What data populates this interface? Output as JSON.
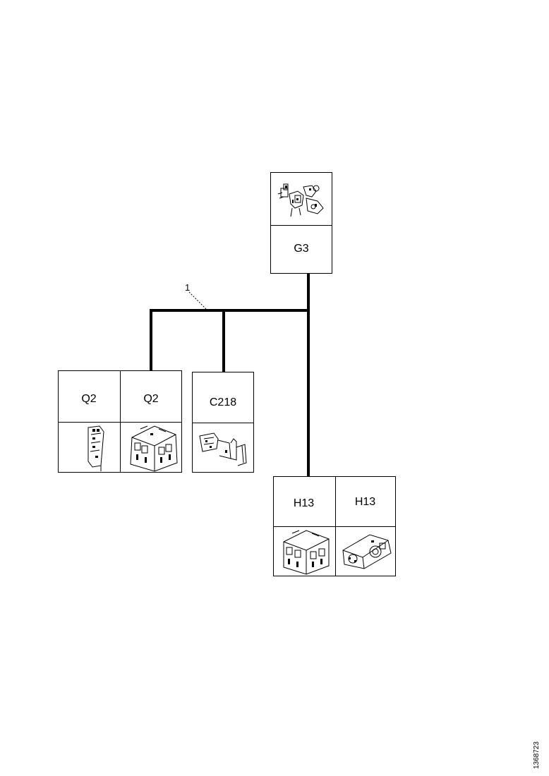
{
  "connectors": {
    "g3": {
      "label": "G3",
      "icon": "component-assembly-icon"
    },
    "q2_left": {
      "label": "Q2",
      "icon": "slim-connector-icon"
    },
    "q2_right": {
      "label": "Q2",
      "icon": "multi-pin-connector-icon"
    },
    "c218": {
      "label": "C218",
      "icon": "terminal-strip-icon"
    },
    "h13_left": {
      "label": "H13",
      "icon": "multi-pin-connector-icon"
    },
    "h13_right": {
      "label": "H13",
      "icon": "cylindrical-connector-icon"
    }
  },
  "callouts": {
    "harness_number": "1"
  },
  "document_id": "1368723"
}
